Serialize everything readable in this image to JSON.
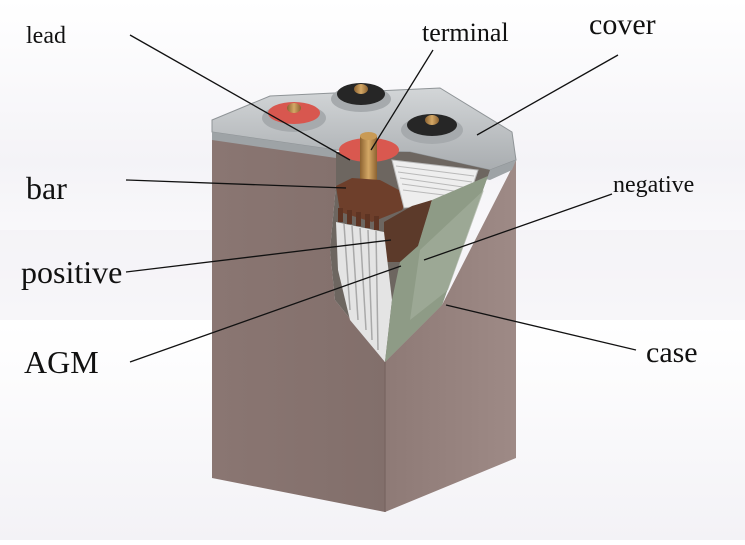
{
  "labels": {
    "lead": "lead",
    "terminal": "terminal",
    "cover": "cover",
    "bar": "bar",
    "negative": "negative",
    "positive": "positive",
    "agm": "AGM",
    "case": "case"
  },
  "colors": {
    "case_front": "#8c7a76",
    "case_side": "#9b8783",
    "cover": "#b9bdbf",
    "positive_ring": "#d9584f",
    "negative_ring": "#2a2a2a",
    "terminal_post": "#b78a4a",
    "bar": "#6e3f2b",
    "plates": "#e2e2e2",
    "agm": "#8d9a84",
    "background": "#f2f1f5"
  }
}
